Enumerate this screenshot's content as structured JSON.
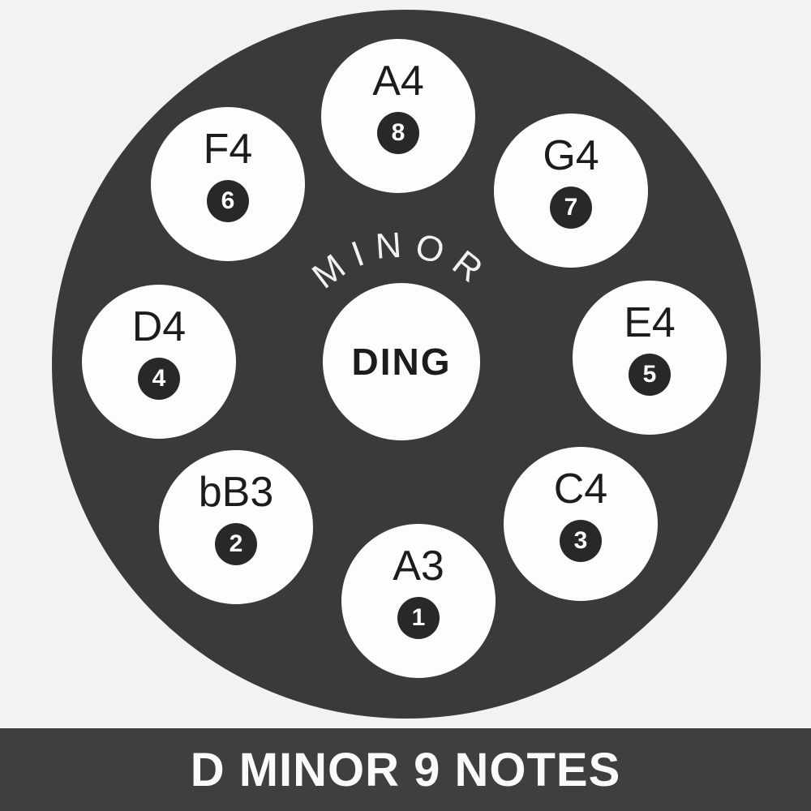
{
  "drum": {
    "arc_label": "MINOR",
    "center_label": "DING",
    "body_color": "#3a3a3c",
    "note_circle_color": "#fdfdfd",
    "badge_color": "#28282a",
    "notes": [
      {
        "name": "A3",
        "number": "1",
        "position": "bottom"
      },
      {
        "name": "bB3",
        "number": "2",
        "position": "bottom-left"
      },
      {
        "name": "C4",
        "number": "3",
        "position": "bottom-right"
      },
      {
        "name": "D4",
        "number": "4",
        "position": "left"
      },
      {
        "name": "E4",
        "number": "5",
        "position": "right"
      },
      {
        "name": "F4",
        "number": "6",
        "position": "top-left"
      },
      {
        "name": "G4",
        "number": "7",
        "position": "top-right"
      },
      {
        "name": "A4",
        "number": "8",
        "position": "top"
      }
    ]
  },
  "title_bar": {
    "label": "D MINOR 9 NOTES",
    "background_color": "#3f3f42",
    "text_color": "#fafafa"
  },
  "background_color": "#f2f2f3"
}
